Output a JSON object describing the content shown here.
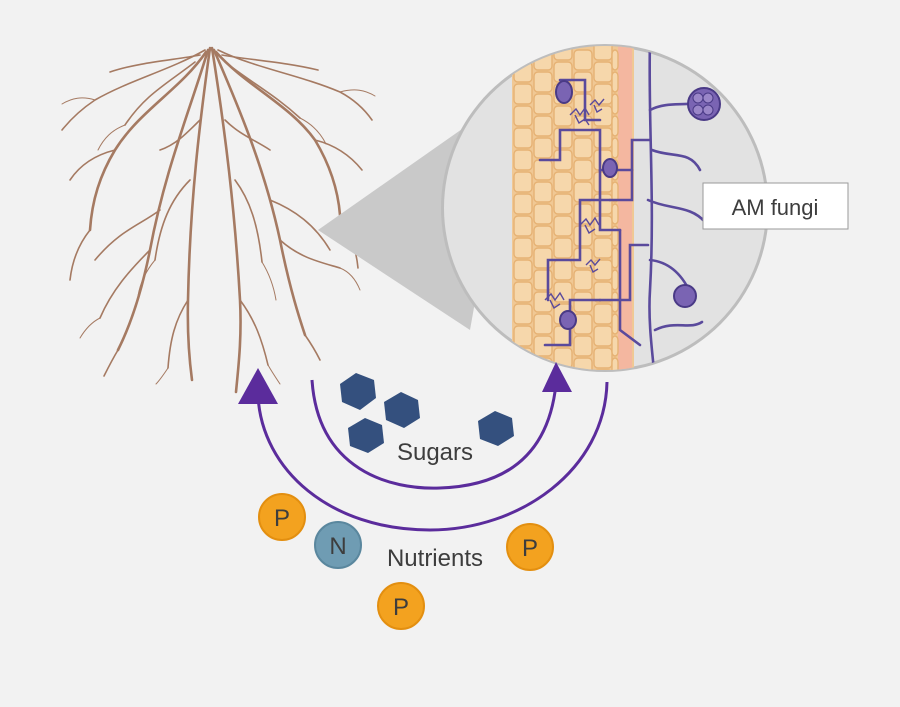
{
  "labels": {
    "am_fungi": "AM fungi",
    "sugars": "Sugars",
    "nutrients": "Nutrients"
  },
  "nutrient_tokens": [
    {
      "symbol": "P",
      "kind": "phosphorus"
    },
    {
      "symbol": "N",
      "kind": "nitrogen"
    },
    {
      "symbol": "P",
      "kind": "phosphorus"
    },
    {
      "symbol": "P",
      "kind": "phosphorus"
    }
  ],
  "colors": {
    "background": "#f2f2f2",
    "root": "#a57a62",
    "arrow": "#5b2c9c",
    "sugar": "#34507e",
    "phosphorus": "#f3a21f",
    "nitrogen": "#6f9cb3",
    "hyphae": "#5a4a9c",
    "cells": "#f3cf9c",
    "zoom_circle": "#e2e2e2"
  },
  "icons": [
    "root-system-icon",
    "zoom-lens-icon",
    "sugar-hexagon-icon",
    "nutrient-circle-icon",
    "fungal-hyphae-icon"
  ]
}
